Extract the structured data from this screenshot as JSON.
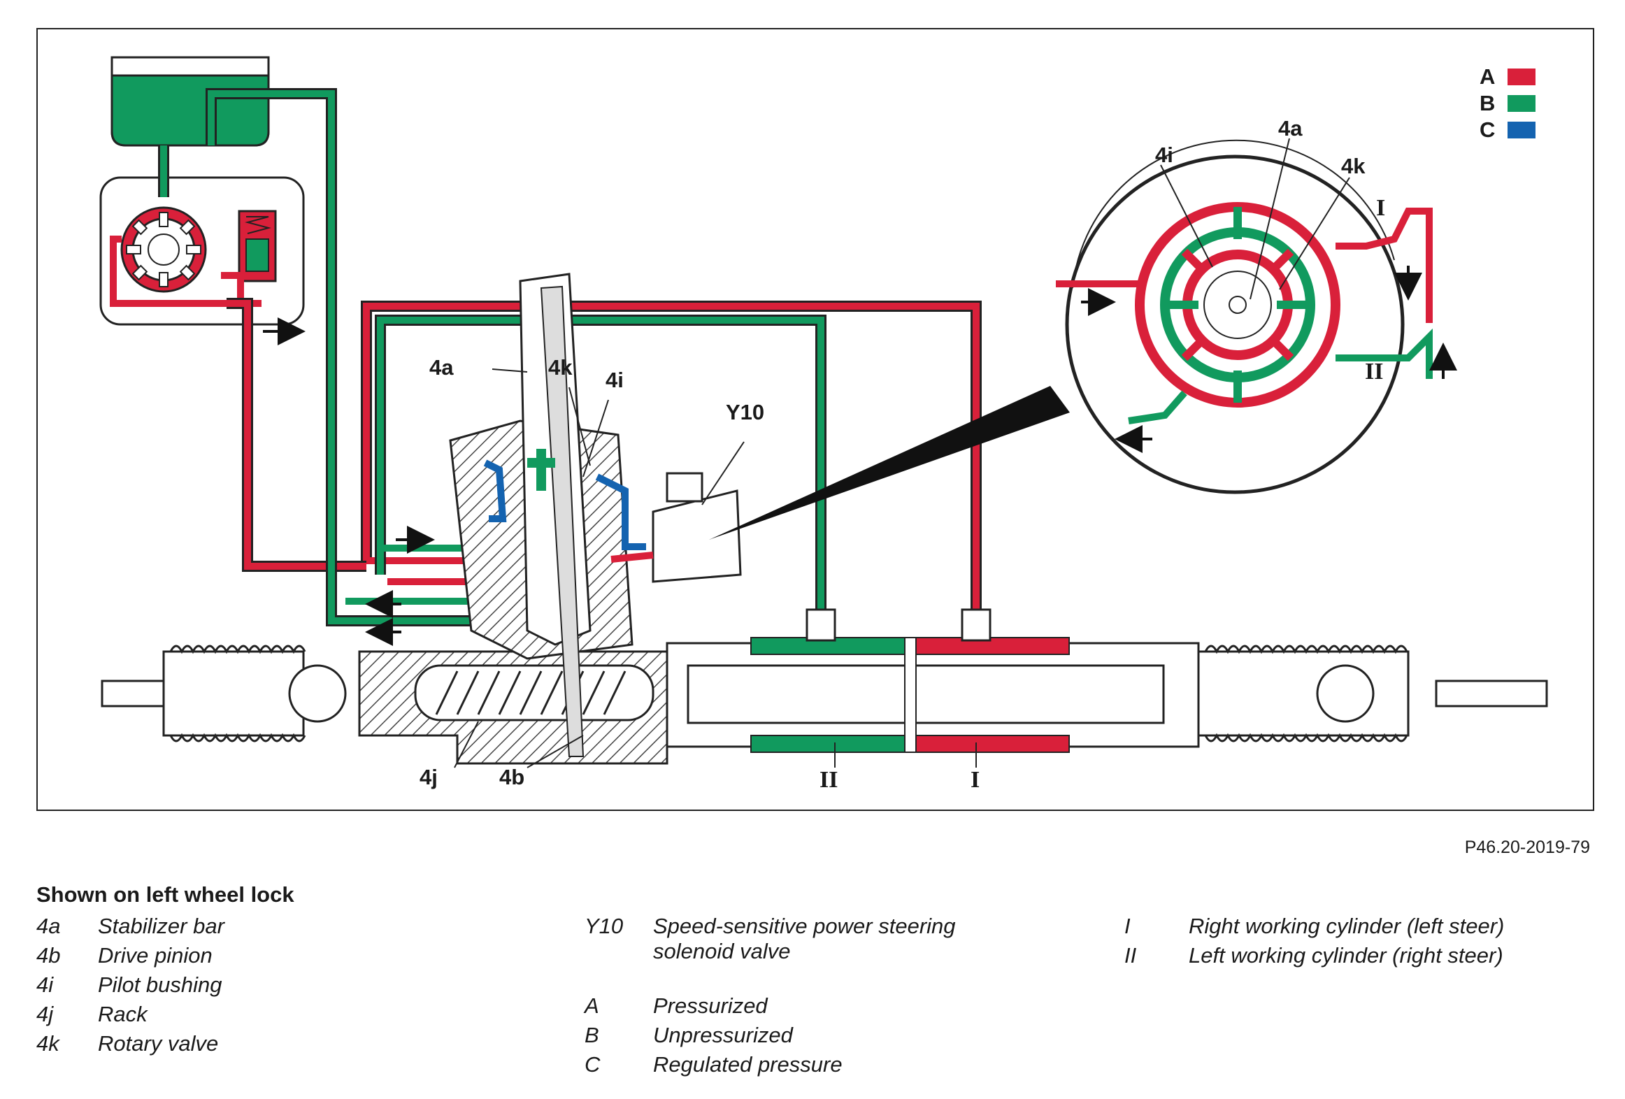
{
  "colors": {
    "pressurized": "#d9203a",
    "unpressurized": "#119a5e",
    "regulated": "#1463b0"
  },
  "color_key": [
    {
      "letter": "A",
      "color": "#d9203a"
    },
    {
      "letter": "B",
      "color": "#119a5e"
    },
    {
      "letter": "C",
      "color": "#1463b0"
    }
  ],
  "diagram_labels": {
    "stabilizer_bar": "4a",
    "rotary_valve": "4k",
    "pilot_bushing": "4i",
    "rack": "4j",
    "drive_pinion": "4b",
    "solenoid": "Y10",
    "cyl_right": "I",
    "cyl_left": "II"
  },
  "detail_labels": {
    "pilot_bushing": "4i",
    "stabilizer_bar": "4a",
    "rotary_valve": "4k",
    "cyl_right": "I",
    "cyl_left": "II"
  },
  "figure_id": "P46.20-2019-79",
  "legend": {
    "title": "Shown on left wheel lock",
    "col1": [
      {
        "code": "4a",
        "text": "Stabilizer bar"
      },
      {
        "code": "4b",
        "text": "Drive pinion"
      },
      {
        "code": "4i",
        "text": "Pilot bushing"
      },
      {
        "code": "4j",
        "text": "Rack"
      },
      {
        "code": "4k",
        "text": "Rotary valve"
      }
    ],
    "col2_top": [
      {
        "code": "Y10",
        "line1": "Speed-sensitive power steering",
        "line2": "solenoid valve"
      }
    ],
    "col2": [
      {
        "code": "A",
        "text": "Pressurized"
      },
      {
        "code": "B",
        "text": "Unpressurized"
      },
      {
        "code": "C",
        "text": "Regulated pressure"
      }
    ],
    "col3": [
      {
        "code": "I",
        "text": "Right working cylinder (left steer)"
      },
      {
        "code": "II",
        "text": "Left working cylinder (right steer)"
      }
    ]
  }
}
